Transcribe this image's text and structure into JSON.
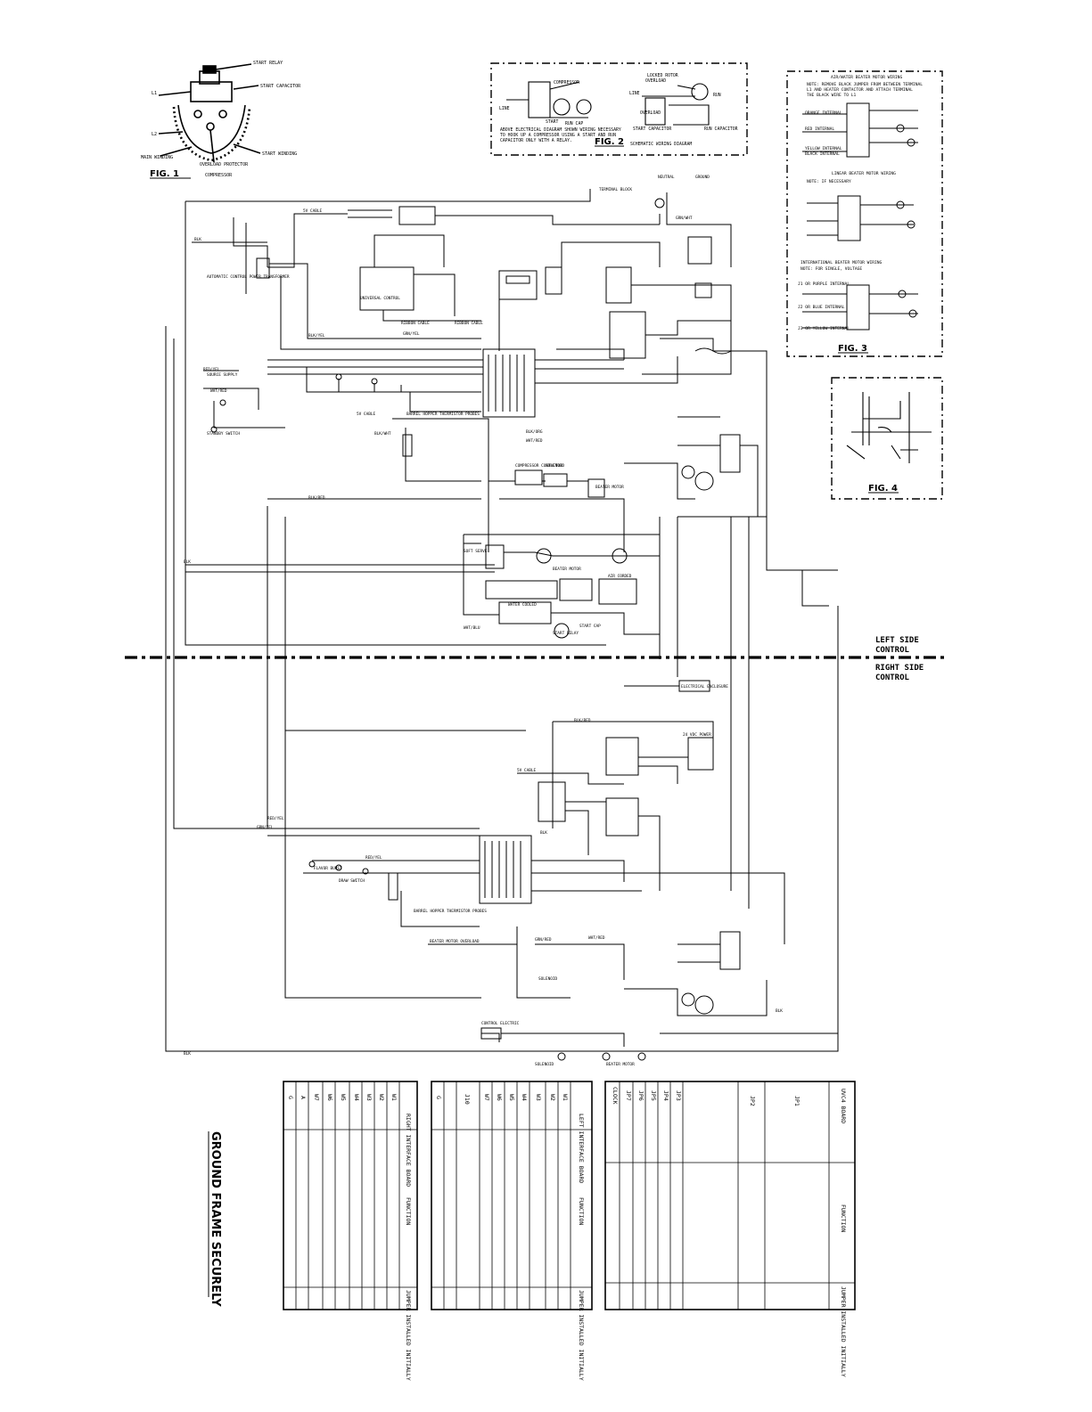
{
  "figures": {
    "fig1": "FIG. 1",
    "fig2": "FIG. 2",
    "fig3": "FIG. 3",
    "fig4": "FIG. 4"
  },
  "divider": {
    "left_line1": "LEFT SIDE",
    "left_line2": "CONTROL",
    "right_line1": "RIGHT SIDE",
    "right_line2": "CONTROL"
  },
  "labels": {
    "sub_left1": "",
    "sub_left2": "",
    "sub_right1": "",
    "sub_right2": "",
    "fig4_caption": ""
  },
  "tables": {
    "uvc": {
      "columns": [
        "UVC4 BOARD",
        "FUNCTION",
        "JUMPER INSTALLED INITIALLY"
      ],
      "jumpers": [
        "JP1",
        "JP2",
        "JP3",
        "JP4",
        "JP5",
        "JP6",
        "JP7",
        "CLOCK"
      ],
      "functions": [
        "",
        "",
        "",
        "",
        "",
        "",
        "",
        ""
      ],
      "initial": [
        "",
        "",
        "",
        "",
        "",
        "",
        "",
        ""
      ]
    },
    "left": {
      "columns": [
        "LEFT INTERFACE BOARD",
        "FUNCTION",
        "JUMPER INSTALLED INITIALLY"
      ],
      "jumpers": [
        "W1",
        "W2",
        "W3",
        "W4",
        "W5",
        "W6",
        "W7",
        "J10",
        "G"
      ],
      "functions": [
        "",
        "",
        "",
        "",
        "",
        "",
        "",
        "",
        ""
      ],
      "initial": [
        "",
        "",
        "",
        "",
        "",
        "",
        "",
        "",
        ""
      ]
    },
    "right": {
      "columns": [
        "RIGHT INTERFACE BOARD",
        "FUNCTION",
        "JUMPER INSTALLED INITIALLY"
      ],
      "jumpers": [
        "W1",
        "W2",
        "W3",
        "W4",
        "W5",
        "W6",
        "W7",
        "A",
        "G"
      ],
      "functions": [
        "",
        "",
        "",
        "",
        "",
        "",
        "",
        "",
        ""
      ],
      "initial": [
        "",
        "",
        "",
        "",
        "",
        "",
        "",
        "",
        ""
      ]
    }
  },
  "notes": {
    "heading": "",
    "line1": "",
    "line2": "",
    "line3": "",
    "line4": "",
    "line5": "",
    "ground": "GROUND FRAME SECURELY"
  }
}
